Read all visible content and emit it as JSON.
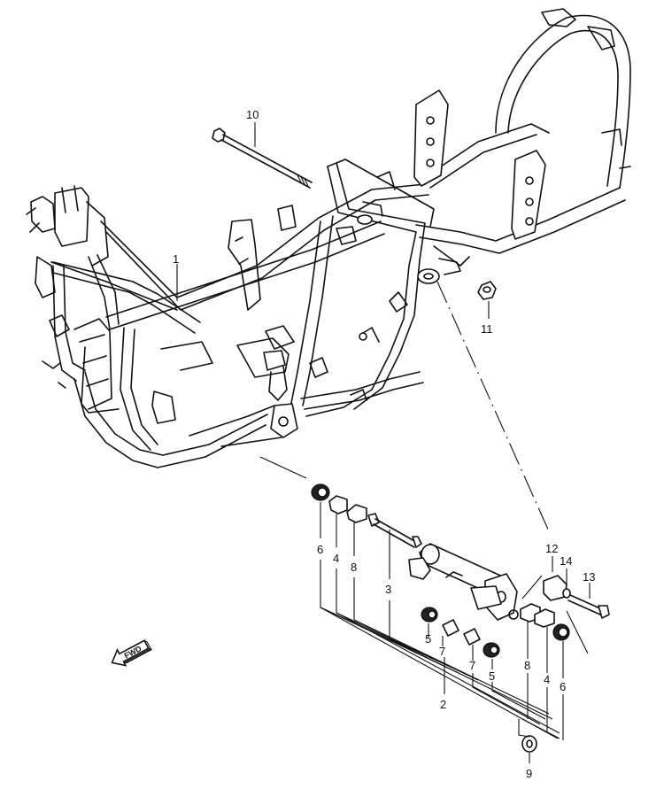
{
  "callouts": {
    "p1": "1",
    "p2": "2",
    "p3": "3",
    "p4_left": "4",
    "p4_right": "4",
    "p5_left": "5",
    "p5_right": "5",
    "p6_left": "6",
    "p6_right": "6",
    "p7_left": "7",
    "p7_right": "7",
    "p8_left": "8",
    "p8_right": "8",
    "p9": "9",
    "p10": "10",
    "p11": "11",
    "p12": "12",
    "p13": "13",
    "p14": "14"
  },
  "fwd_arrow": {
    "label": "FWD"
  }
}
